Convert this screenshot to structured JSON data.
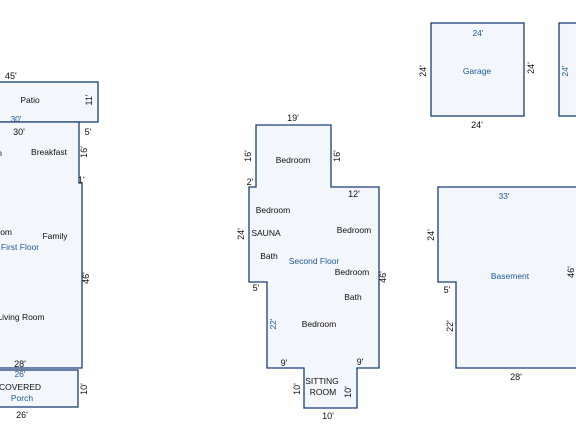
{
  "plans": {
    "first_floor": {
      "area_label": "First Floor",
      "dims": {
        "patio_top": "45'",
        "patio_side": "11'",
        "patio_inner": "30'",
        "top": "30'",
        "top_right": "5'",
        "right_upper": "16'",
        "notch": "1'",
        "right": "46'",
        "bottom": "28'"
      },
      "rooms": {
        "patio": "Patio",
        "kitchen_partial": "n",
        "breakfast": "Breakfast",
        "room_partial": "om",
        "family": "Family",
        "living": "Living Room"
      }
    },
    "porch": {
      "area_label": "Porch",
      "dims": {
        "top": "26'",
        "side": "10'",
        "bottom": "26'"
      },
      "rooms": {
        "covered": "COVERED"
      }
    },
    "second_floor": {
      "area_label": "Second Floor",
      "dims": {
        "top": "19'",
        "left_top": "16'",
        "right_top": "16'",
        "step_left": "2'",
        "step_right": "12'",
        "left": "24'",
        "right": "46'",
        "lower_left": "5'",
        "lower_left_side": "22'",
        "bottom_left": "9'",
        "bottom_right": "9'",
        "sitting_left": "10'",
        "sitting_right": "10'",
        "sitting_bottom": "10'"
      },
      "rooms": {
        "bedroom_top": "Bedroom",
        "bedroom_left": "Bedroom",
        "sauna": "SAUNA",
        "bedroom_right": "Bedroom",
        "bath_left": "Bath",
        "bedroom_mid": "Bedroom",
        "bath_right": "Bath",
        "bedroom_bottom": "Bedroom",
        "sitting_line1": "SITTING",
        "sitting_line2": "ROOM"
      }
    },
    "garage": {
      "area_label": "Garage",
      "dims": {
        "top": "24'",
        "left": "24'",
        "right": "24'",
        "bottom": "24'"
      },
      "right_partial_dim": "24'"
    },
    "basement": {
      "area_label": "Basement",
      "dims": {
        "top": "33'",
        "left": "24'",
        "step": "5'",
        "lower_left": "22'",
        "bottom": "28'",
        "right_partial": "46'"
      }
    }
  },
  "colors": {
    "outline": "#1a3f78",
    "fill": "#f3f6fa",
    "area_label": "#1f5a9c"
  }
}
